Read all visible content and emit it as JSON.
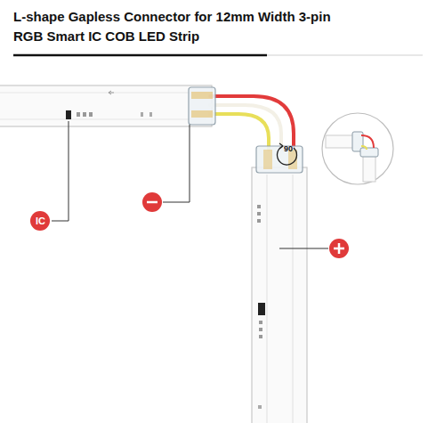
{
  "diagram": {
    "title": "L-shape Gapless Connector for 12mm Width 3-pin RGB Smart IC COB LED Strip",
    "labels": [
      "IC",
      "90"
    ]
  }
}
